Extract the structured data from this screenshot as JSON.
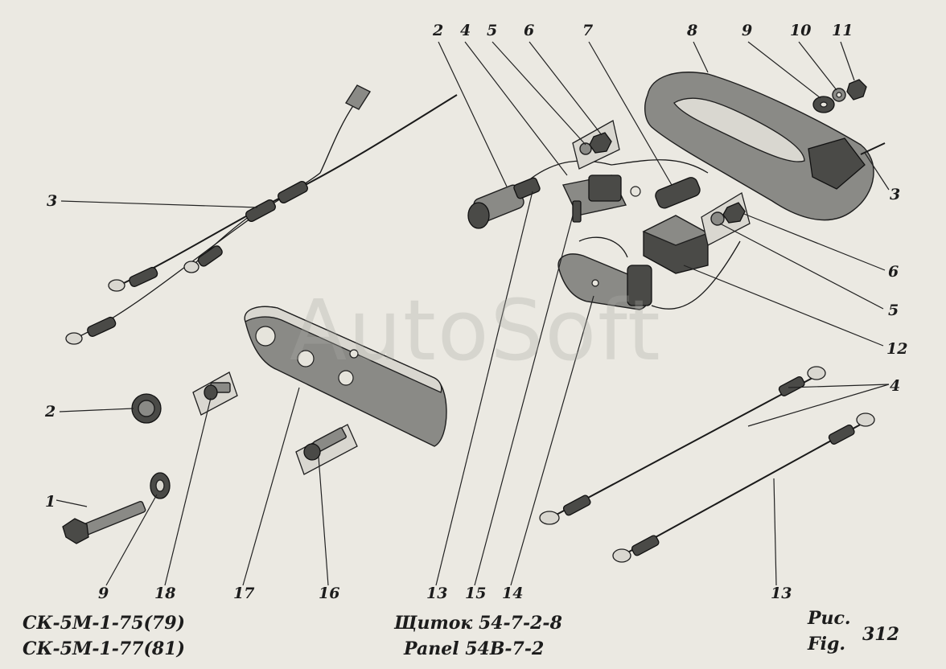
{
  "watermark": "AutoSoft",
  "models": [
    "СК-5М-1-75(79)",
    "СК-5М-1-77(81)"
  ],
  "title_ru": "Щиток 54-7-2-8",
  "title_en": "Panel 54В-7-2",
  "fig_ru": "Рис.",
  "fig_en": "Fig.",
  "fig_number": "312",
  "callouts": {
    "c2_top": "2",
    "c4_top": "4",
    "c5_top": "5",
    "c6_top": "6",
    "c7_top": "7",
    "c8_top": "8",
    "c9_top": "9",
    "c10_top": "10",
    "c11_top": "11",
    "c3_left": "3",
    "c3_right": "3",
    "c6_right": "6",
    "c5_right": "5",
    "c12_right": "12",
    "c4_right": "4",
    "c2_left": "2",
    "c1_left": "1",
    "c9_bottom": "9",
    "c18_bottom": "18",
    "c17_bottom": "17",
    "c16_bottom": "16",
    "c13_bottom": "13",
    "c15_bottom": "15",
    "c14_bottom": "14",
    "c13_bottom_right": "13"
  }
}
